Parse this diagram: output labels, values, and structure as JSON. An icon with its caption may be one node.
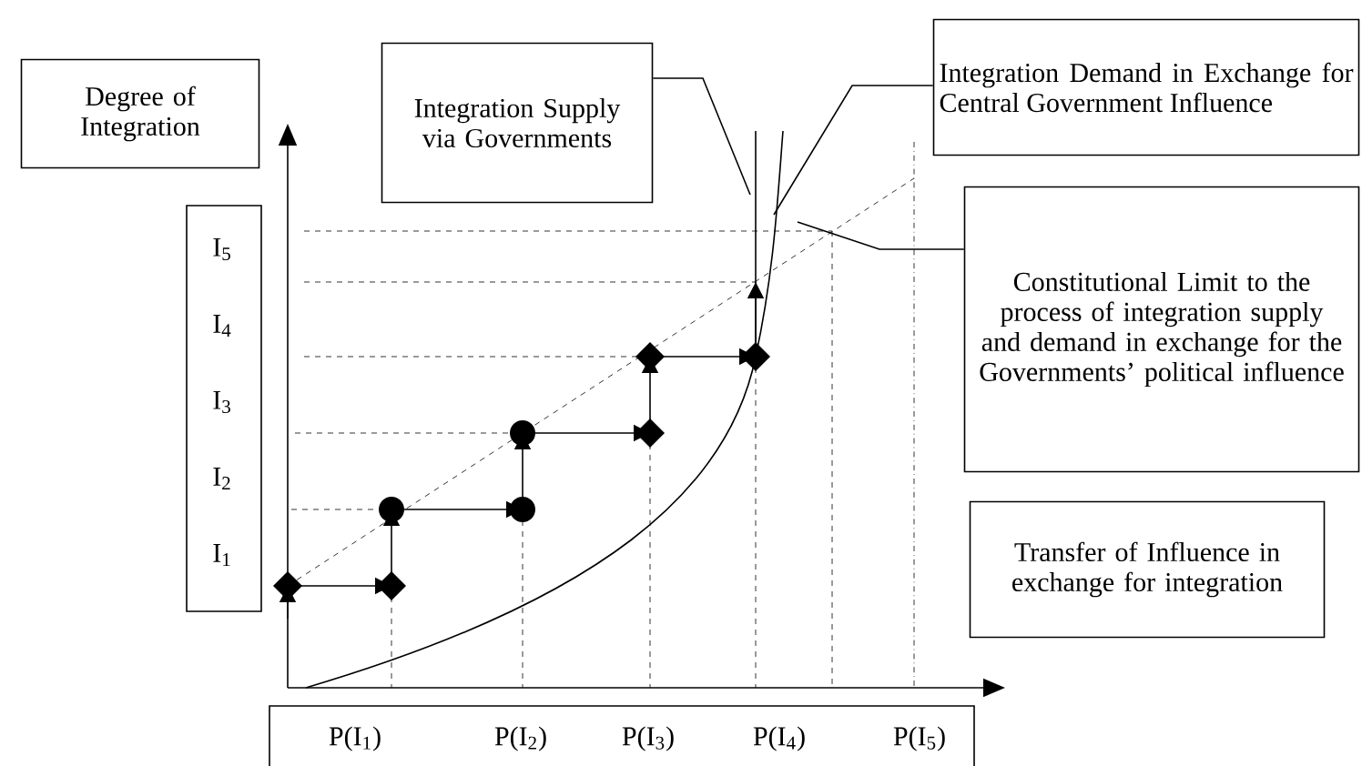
{
  "diagram": {
    "nodes": [
      {
        "text": [
          "Degree of Integration"
        ]
      },
      {
        "text": [
          "Integration Supply via Governments"
        ]
      },
      {
        "text": [
          "Integration Demand in Exchange for Central Government Influence"
        ]
      },
      {
        "text": [
          "Constitutional Limit to the process of integration supply and demand in exchange for the Governments’ political influence"
        ]
      },
      {
        "text": [
          "Transfer of Influence in exchange for integration"
        ]
      },
      {
        "text": [
          "I$_{5}$",
          "I$_{4}$",
          "I$_{3}$",
          "I$_{2}$",
          "I$_{1}$"
        ]
      },
      {
        "text": [
          "P(I$_{1}$)",
          "P(I$_{2}$)",
          "P(I$_{3}$)",
          "P(I$_{4}$)",
          "P(I$_{5}$)"
        ]
      }
    ],
    "edges": [
      {
        "from": 1,
        "to": null,
        "arrow": "none"
      },
      {
        "from": 2,
        "to": null,
        "arrow": "none"
      },
      {
        "from": 3,
        "to": null,
        "arrow": "none"
      }
    ]
  }
}
